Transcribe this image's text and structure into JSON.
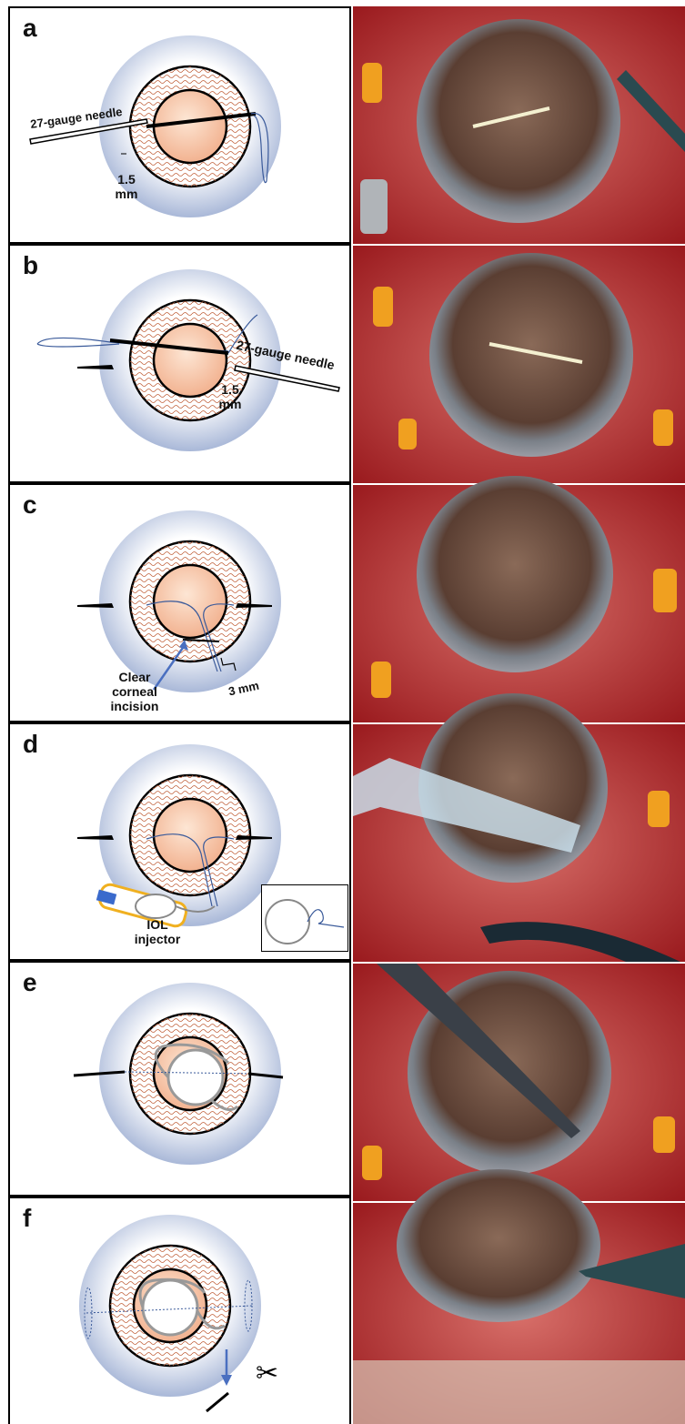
{
  "figure": {
    "panels": [
      {
        "id": "a",
        "label": "a",
        "annotations": {
          "needle": "27-gauge needle",
          "dist1": "1.5",
          "dist2": "mm"
        }
      },
      {
        "id": "b",
        "label": "b",
        "annotations": {
          "needle": "27-gauge needle",
          "dist1": "1.5",
          "dist2": "mm"
        }
      },
      {
        "id": "c",
        "label": "c",
        "annotations": {
          "incision1": "Clear",
          "incision2": "corneal",
          "incision3": "incision",
          "width": "3 mm"
        }
      },
      {
        "id": "d",
        "label": "d",
        "annotations": {
          "injector1": "IOL",
          "injector2": "injector"
        }
      },
      {
        "id": "e",
        "label": "e",
        "annotations": {}
      },
      {
        "id": "f",
        "label": "f",
        "annotations": {}
      }
    ],
    "colors": {
      "iris_texture": "#c0603a",
      "pupil_fill": "#f6c4a4",
      "sclera_glow": "#a9b8d8",
      "suture": "#3a5a9a",
      "arrow": "#4a6fc0",
      "injector": "#f0b020",
      "photo_red": "#b8282a",
      "photo_pupil": "#6a4a38"
    }
  }
}
